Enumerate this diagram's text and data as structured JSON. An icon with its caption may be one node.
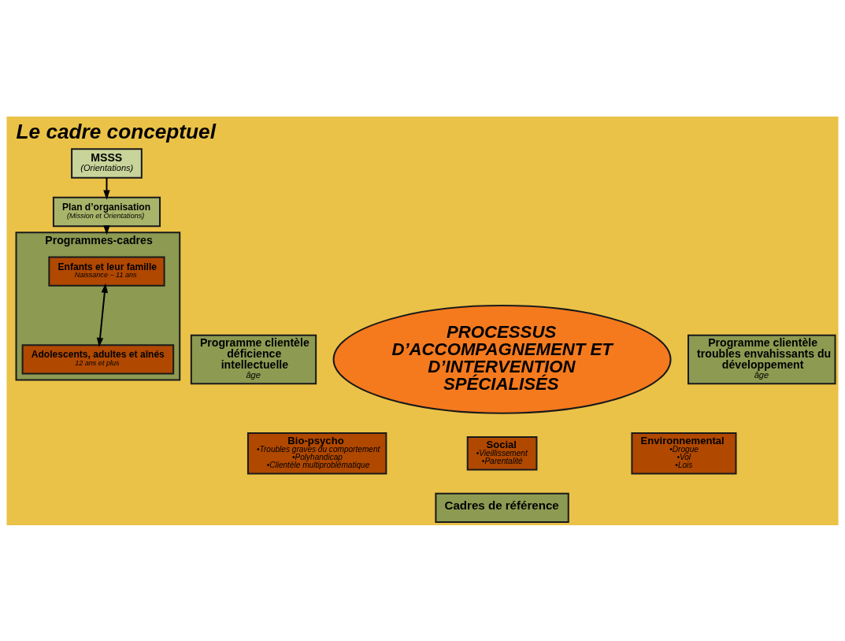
{
  "diagram": {
    "title": "Le cadre conceptuel",
    "nodes": [
      {
        "text": [
          "MSSS",
          "(Orientations)"
        ]
      },
      {
        "text": [
          "Plan d’organisation",
          "(Mission et Orientations)"
        ]
      },
      {
        "text": [
          "Programmes-cadres"
        ]
      },
      {
        "text": [
          "Enfants et leur famille",
          "Naissance – 11 ans"
        ],
        "in": 2
      },
      {
        "text": [
          "Adolescents, adultes et aînés",
          "12 ans et plus"
        ],
        "in": 2
      },
      {
        "text": [
          "Programme clientèle déficience intellectuelle",
          "âge"
        ]
      },
      {
        "text": [
          "PROCESSUS D’ACCOMPAGNEMENT ET D’INTERVENTION SPÉCIALISÉS"
        ]
      },
      {
        "text": [
          "Programme clientèle troubles envahissants du développement",
          "âge"
        ]
      },
      {
        "text": [
          "Bio-psycho",
          "•Troubles graves du comportement",
          "•Polyhandicap",
          "•Clientèle multiproblématique"
        ]
      },
      {
        "text": [
          "Social",
          "•Vieillissement",
          "•Parentalité"
        ]
      },
      {
        "text": [
          "Environnemental",
          "•Drogue",
          "•Vol",
          "•Lois"
        ]
      },
      {
        "text": [
          "Cadres de référence"
        ]
      }
    ],
    "edges": [
      {
        "from": 0,
        "to": 1,
        "arrow": "to"
      },
      {
        "from": 1,
        "to": 2,
        "arrow": "to"
      },
      {
        "from": 3,
        "to": 4,
        "arrow": "both"
      }
    ]
  }
}
